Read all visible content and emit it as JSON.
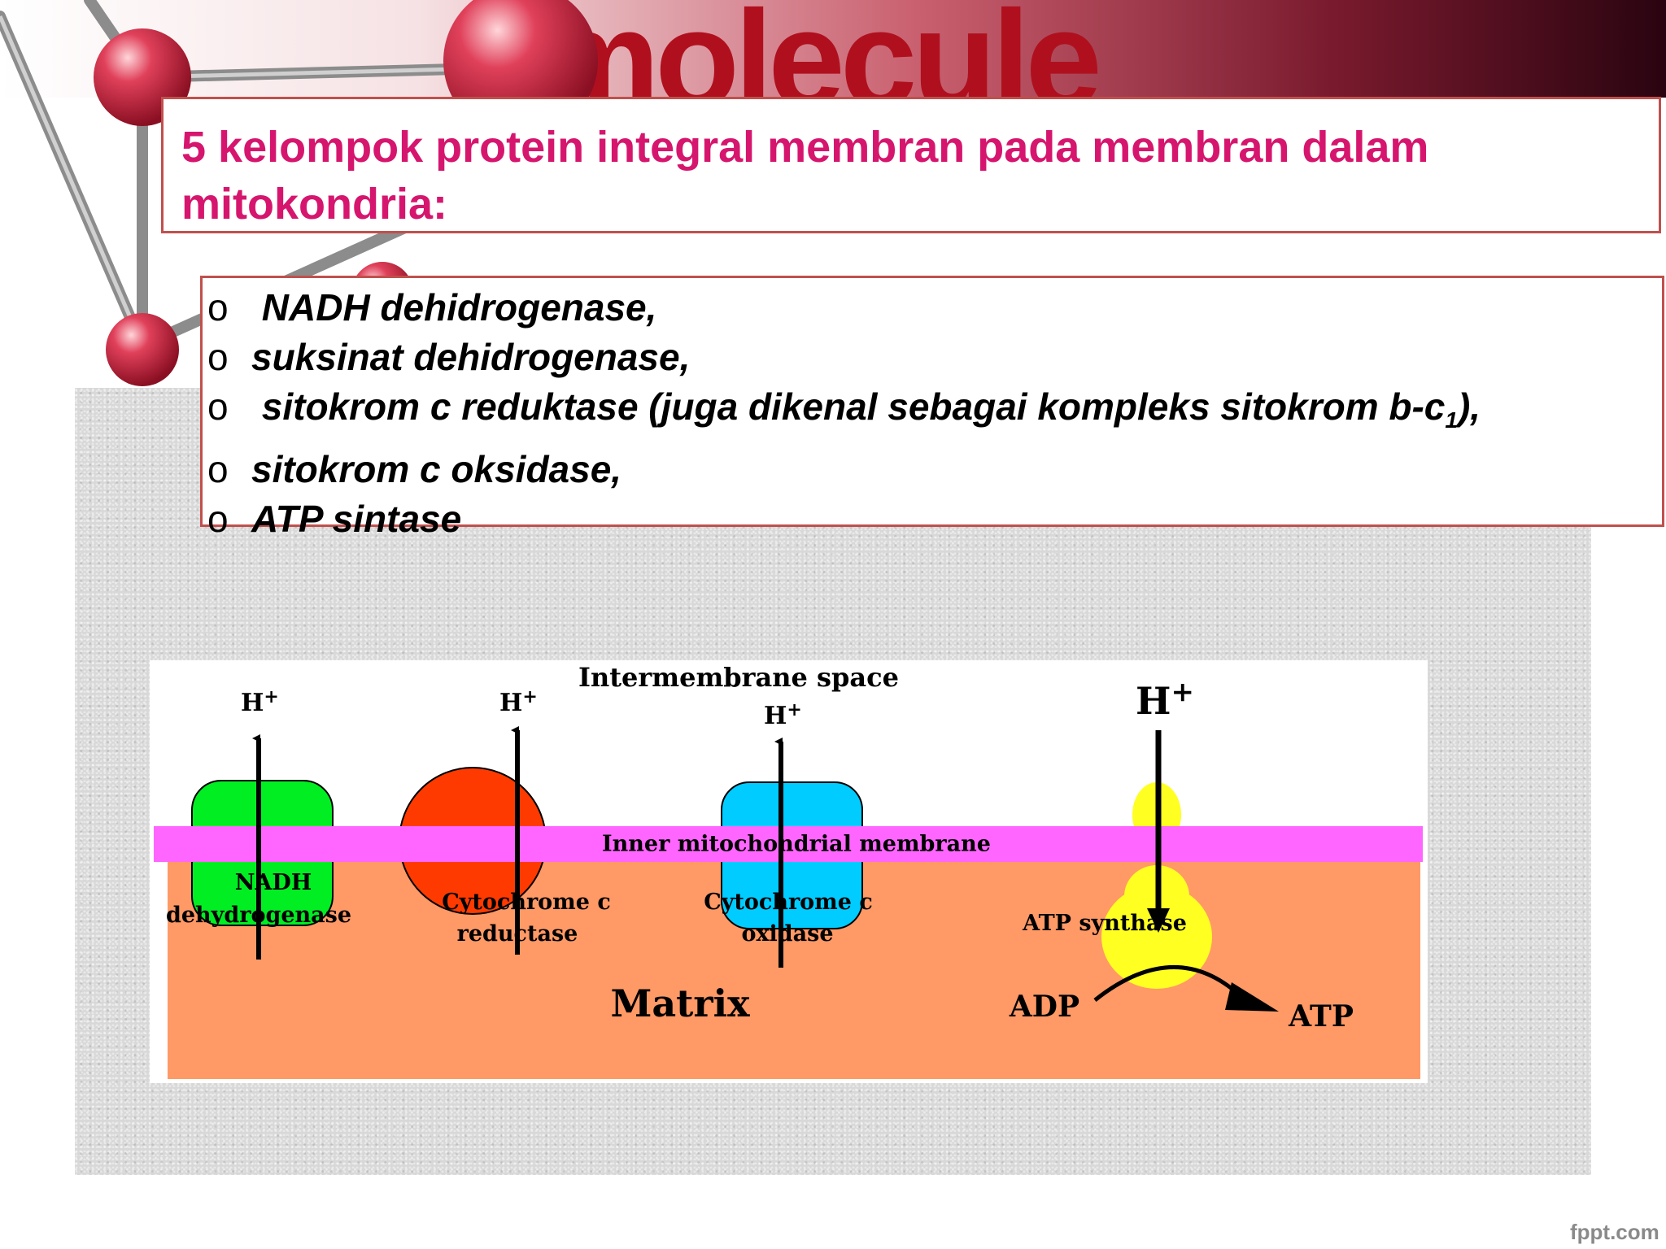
{
  "background": {
    "brand_word": "molecule"
  },
  "title": "5 kelompok protein integral membran pada membran  dalam mitokondria:",
  "list": {
    "bullet_symbol": "o",
    "items": [
      {
        "text": " NADH dehidrogenase,"
      },
      {
        "text": "suksinat dehidrogenase,"
      },
      {
        "text": " sitokrom c reduktase (juga dikenal sebagai kompleks  sitokrom b-c",
        "subscript": "1",
        "suffix": "),"
      },
      {
        "text": "sitokrom c oksidase,"
      },
      {
        "text": "ATP sintase"
      }
    ]
  },
  "diagram": {
    "intermembrane_label": "Intermembrane space",
    "membrane_label": "Inner mitochondrial membrane",
    "matrix_label": "Matrix",
    "proton": {
      "symbol": "H",
      "charge": "+"
    },
    "complexes": [
      {
        "name_line1": "NADH",
        "name_line2": "dehydrogenase",
        "color": "#00ee22",
        "shape": "rounded-rect"
      },
      {
        "name_line1": "Cytochrome c",
        "name_line2": "reductase",
        "color": "#ff3a00",
        "shape": "circle"
      },
      {
        "name_line1": "Cytochrome c",
        "name_line2": "oxidase",
        "color": "#00ccff",
        "shape": "rounded-rect"
      }
    ],
    "atp_synthase": {
      "label": "ATP synthase",
      "color": "#ffff22"
    },
    "reaction": {
      "from": "ADP",
      "to": "ATP"
    },
    "colors": {
      "membrane": "#ff66ff",
      "matrix": "#ff9966",
      "intermembrane": "#ffffff"
    }
  },
  "footer": {
    "credit": "fppt.com"
  }
}
